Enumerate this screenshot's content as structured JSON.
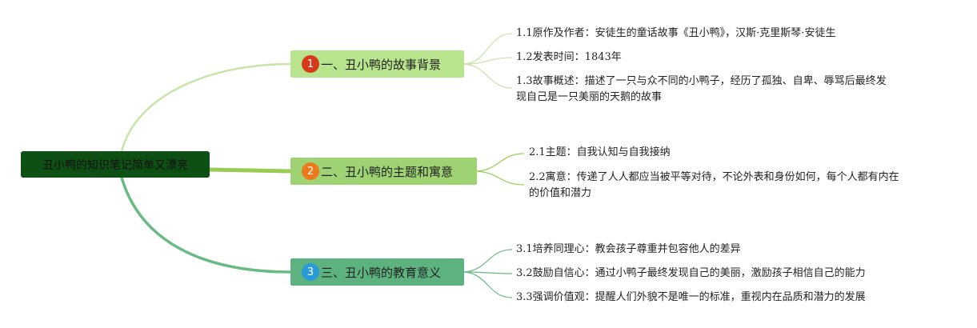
{
  "root": {
    "label": "丑小鸭的知识笔记简单又漂亮"
  },
  "colors": {
    "root_bg": "#0e4f13",
    "branch1_bg": "#b7e48c",
    "branch1_badge": "#d63a1a",
    "branch1_line": "#c7e4a9",
    "branch2_bg": "#9fd272",
    "branch2_badge": "#ec7a1d",
    "branch2_line": "#99cc55",
    "branch3_bg": "#5db37f",
    "branch3_badge": "#2a9ad6",
    "branch3_line": "#6aba84"
  },
  "branches": [
    {
      "number": "1",
      "label": "一、丑小鸭的故事背景",
      "children": [
        {
          "lines": [
            "1.1原作及作者：安徒生的童话故事《丑小鸭》，汉斯·克里斯琴·安徒生"
          ]
        },
        {
          "lines": [
            "1.2发表时间：1843年"
          ]
        },
        {
          "lines": [
            "1.3故事概述：描述了一只与众不同的小鸭子，经历了孤独、自卑、辱骂后最终发",
            "现自己是一只美丽的天鹅的故事"
          ]
        }
      ]
    },
    {
      "number": "2",
      "label": "二、丑小鸭的主题和寓意",
      "children": [
        {
          "lines": [
            "2.1主题：自我认知与自我接纳"
          ]
        },
        {
          "lines": [
            "2.2寓意：传递了人人都应当被平等对待，不论外表和身份如何，每个人都有内在",
            "的价值和潜力"
          ]
        }
      ]
    },
    {
      "number": "3",
      "label": "三、丑小鸭的教育意义",
      "children": [
        {
          "lines": [
            "3.1培养同理心：教会孩子尊重并包容他人的差异"
          ]
        },
        {
          "lines": [
            "3.2鼓励自信心：通过小鸭子最终发现自己的美丽，激励孩子相信自己的能力"
          ]
        },
        {
          "lines": [
            "3.3强调价值观：提醒人们外貌不是唯一的标准，重视内在品质和潜力的发展"
          ]
        }
      ]
    }
  ]
}
